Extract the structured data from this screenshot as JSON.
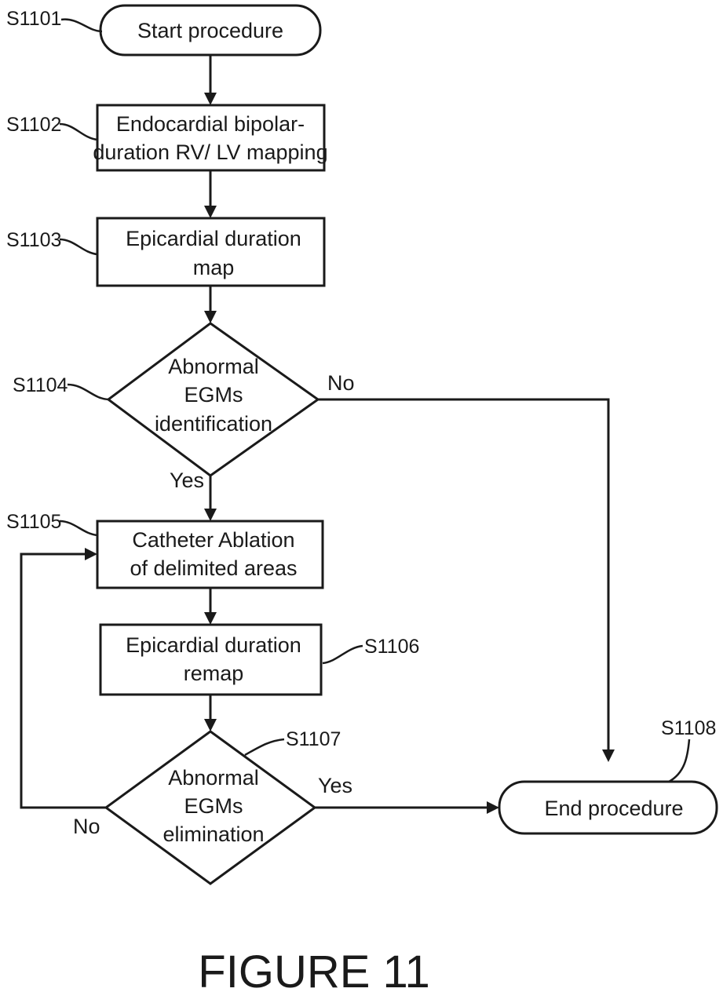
{
  "steps": {
    "s1101": {
      "id": "S1101",
      "text": "Start procedure"
    },
    "s1102": {
      "id": "S1102",
      "line1": "Endocardial bipolar-",
      "line2": "duration RV/ LV mapping"
    },
    "s1103": {
      "id": "S1103",
      "line1": "Epicardial duration",
      "line2": "map"
    },
    "s1104": {
      "id": "S1104",
      "line1": "Abnormal",
      "line2": "EGMs",
      "line3": "identification"
    },
    "s1105": {
      "id": "S1105",
      "line1": "Catheter Ablation",
      "line2": "of delimited areas"
    },
    "s1106": {
      "id": "S1106",
      "line1": "Epicardial duration",
      "line2": "remap"
    },
    "s1107": {
      "id": "S1107",
      "line1": "Abnormal",
      "line2": "EGMs",
      "line3": "elimination"
    },
    "s1108": {
      "id": "S1108",
      "text": "End procedure"
    }
  },
  "branches": {
    "s1104_no": "No",
    "s1104_yes": "Yes",
    "s1107_yes": "Yes",
    "s1107_no": "No"
  },
  "caption": "FIGURE 11"
}
